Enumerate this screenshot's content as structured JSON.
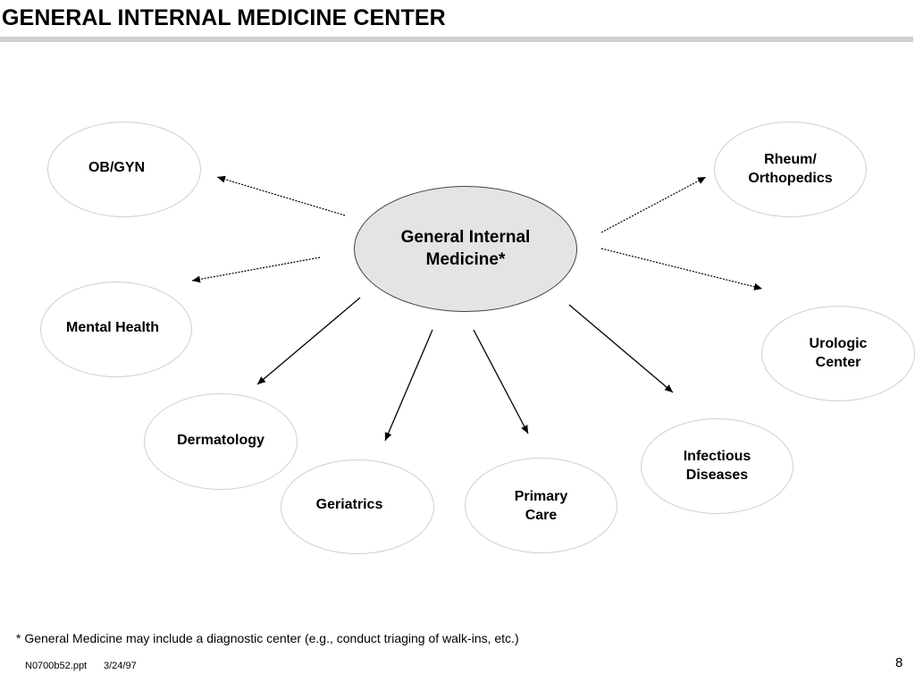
{
  "title": "GENERAL INTERNAL MEDICINE CENTER",
  "center": "General  Internal\nMedicine*",
  "nodes": {
    "obgyn": "OB/GYN",
    "rheum": "Rheum/\nOrthopedics",
    "mental": "Mental Health",
    "urologic": "Urologic\nCenter",
    "derm": "Dermatology",
    "infectious": "Infectious\nDiseases",
    "geriatrics": "Geriatrics",
    "primary": "Primary\nCare"
  },
  "footnote": "* General Medicine may  include a diagnostic center (e.g., conduct triaging of walk-ins, etc.)",
  "footer": {
    "file": "N0700b52.ppt",
    "date": "3/24/97",
    "page": "8"
  }
}
